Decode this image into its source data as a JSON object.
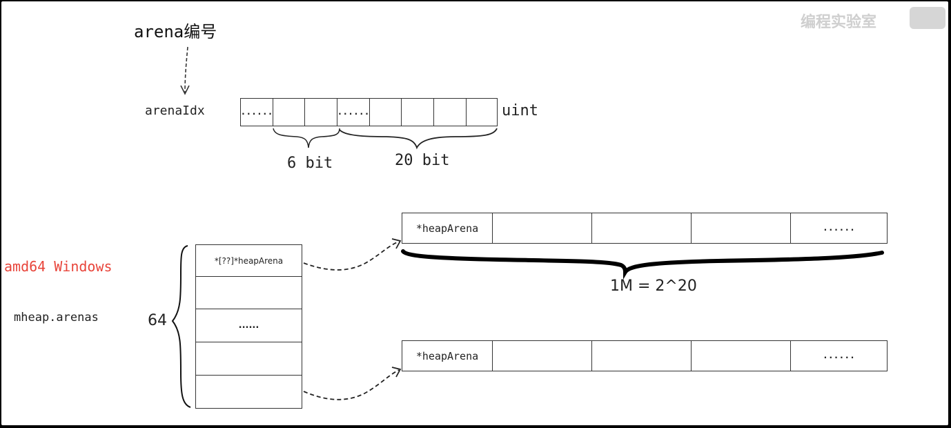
{
  "top": {
    "arena_title": "arena编号",
    "arena_idx_label": "arenaIdx",
    "uint_label": "uint",
    "bits_cells": [
      "......",
      "",
      "",
      "......",
      "",
      "",
      "",
      ""
    ],
    "brace_6bit": "6 bit",
    "brace_20bit": "20 bit"
  },
  "left": {
    "platform_label": "amd64 Windows",
    "platform_color": "#e8443a",
    "arenas_label": "mheap.arenas",
    "count_label": "64",
    "array_cells": [
      "*[??]*heapArena",
      "",
      "......",
      "",
      ""
    ]
  },
  "right": {
    "row1_cells": [
      "*heapArena",
      "",
      "",
      "",
      "......"
    ],
    "row2_cells": [
      "*heapArena",
      "",
      "",
      "",
      "......"
    ],
    "size_label": "1M = 2^20"
  },
  "watermark": {
    "text": "编程实验室"
  }
}
